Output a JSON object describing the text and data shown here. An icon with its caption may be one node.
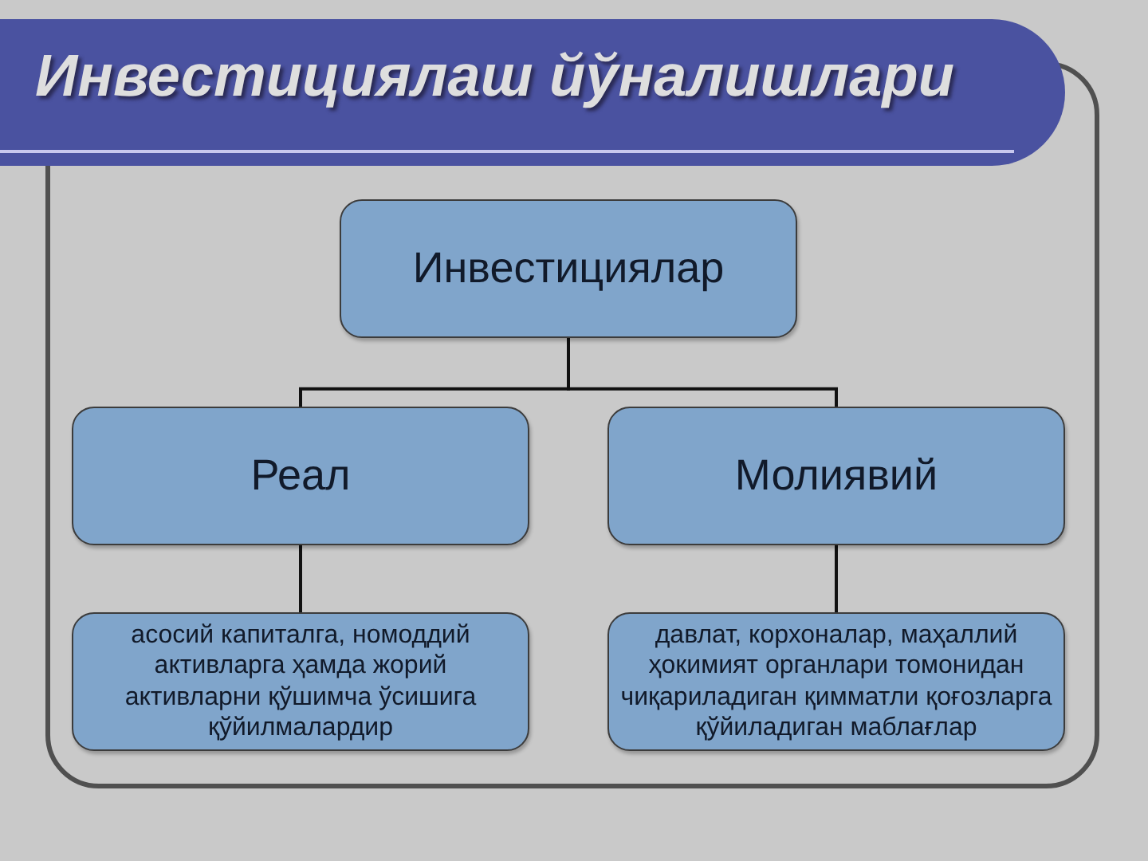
{
  "diagram": {
    "title": "Инвестициялаш йўналишлари",
    "nodes": [
      {
        "text": [
          "Инвестициялар"
        ]
      },
      {
        "text": [
          "Реал"
        ]
      },
      {
        "text": [
          "Молиявий"
        ]
      },
      {
        "text": [
          "асосий капиталга, номоддий активларга ҳамда жорий активларни қўшимча ўсишига қўйилмалардир"
        ]
      },
      {
        "text": [
          "давлат, корхоналар, маҳаллий ҳокимият органлари томонидан чиқариладиган қимматли қоғозларга қўйиладиган маблағлар"
        ]
      }
    ],
    "edges": [
      {
        "from": 0,
        "to": 1,
        "arrow": "none"
      },
      {
        "from": 0,
        "to": 2,
        "arrow": "none"
      },
      {
        "from": 1,
        "to": 3,
        "arrow": "none"
      },
      {
        "from": 2,
        "to": 4,
        "arrow": "none"
      }
    ]
  }
}
